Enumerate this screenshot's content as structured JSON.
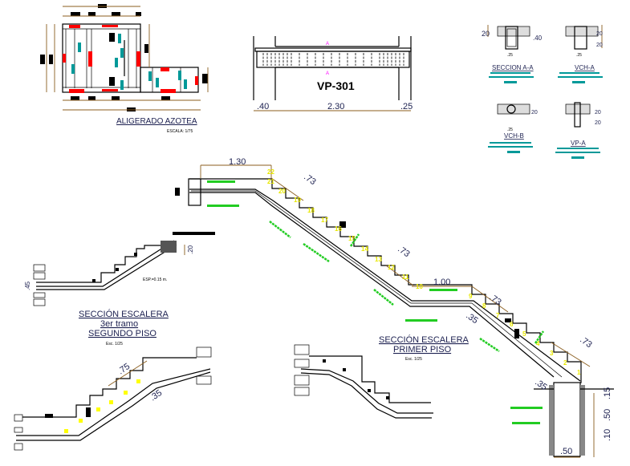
{
  "colors": {
    "dimension": "#8b5e1e",
    "step_number": "#e8e800",
    "rebar_label": "#22cc22",
    "section_note": "#009999",
    "beam_mark": "#ff0000",
    "cut_mark": "#ff00ff"
  },
  "plan": {
    "title": "ALIGERADO AZOTEA",
    "scale": "ESCALA: 1/75"
  },
  "beam": {
    "title": "VP-301",
    "cut_a": "A",
    "cut_b": "A",
    "dims": [
      ".40",
      "2.30",
      ".25"
    ]
  },
  "sections": [
    {
      "title": "SECCION A-A",
      "dims": [
        "20",
        ".40",
        ".25"
      ]
    },
    {
      "title": "VCH-A",
      "dims": [
        "20",
        "20",
        ".25"
      ]
    },
    {
      "title": "VCH-B",
      "dims": [
        "20",
        ".25"
      ]
    },
    {
      "title": "VP-A",
      "dims": [
        "20",
        "20"
      ]
    }
  ],
  "stair_first": {
    "title": "SECCIÓN ESCALERA",
    "subtitle": "PRIMER PISO",
    "scale": "Esc. 1/25",
    "dims": [
      "1.30",
      ".73",
      ".73",
      "1.00",
      ".73",
      ".73",
      ".35",
      ".35",
      ".15",
      ".50",
      ".10",
      ".50"
    ],
    "step_numbers": [
      "22",
      "21",
      "20",
      "19",
      "18",
      "17",
      "16",
      "15",
      "14",
      "13",
      "12",
      "11",
      "10",
      "9",
      "8",
      "7",
      "6",
      "5",
      "4",
      "3",
      "2",
      "1"
    ]
  },
  "stair_second": {
    "title": "SECCIÓN ESCALERA",
    "tramo": "3er tramo",
    "subtitle": "SEGUNDO PISO",
    "scale": "Esc. 1/25",
    "dims": [
      ".20",
      ".45"
    ],
    "note": "ESP.=0.15 m."
  },
  "stair_third": {
    "dims": [
      ".75",
      ".35"
    ]
  }
}
